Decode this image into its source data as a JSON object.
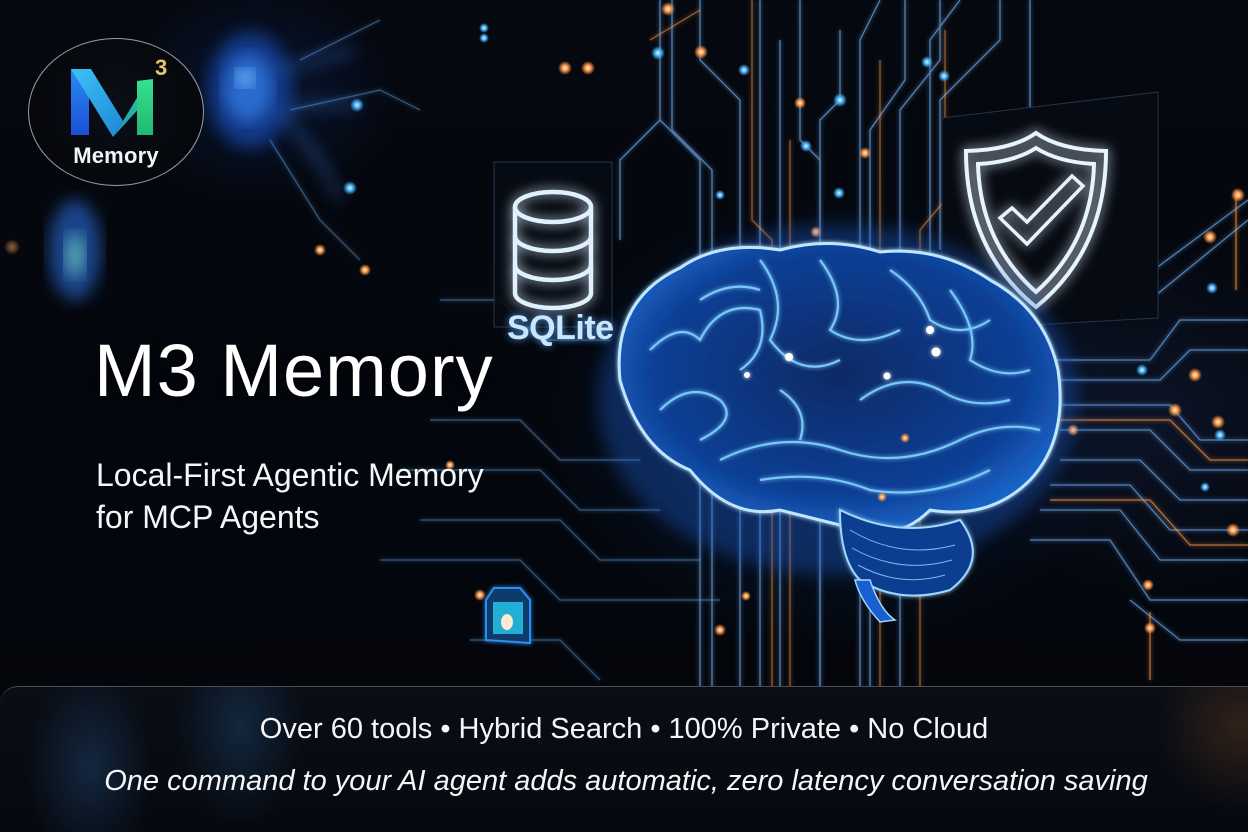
{
  "logo": {
    "letter": "M",
    "superscript": "3",
    "word": "Memory",
    "colors": {
      "blue": "#1f5fe0",
      "cyan": "#29b6f0",
      "green": "#2fd58a",
      "gold": "#e9c46a"
    }
  },
  "hero": {
    "title": "M3 Memory",
    "subtitle_line1": "Local-First Agentic Memory",
    "subtitle_line2": "for MCP Agents"
  },
  "illustration": {
    "database_icon": "database-icon",
    "database_label": "SQLite",
    "shield_icon": "shield-check-icon",
    "brain_icon": "brain-icon",
    "lock_icon": "lock-icon",
    "user_icon": "user-icon",
    "accent_blue": "#3aa8ff",
    "accent_orange": "#ff9a4a"
  },
  "footer": {
    "features": "Over 60 tools • Hybrid Search • 100% Private • No Cloud",
    "tagline": "One command to your AI agent adds automatic, zero latency conversation saving"
  }
}
